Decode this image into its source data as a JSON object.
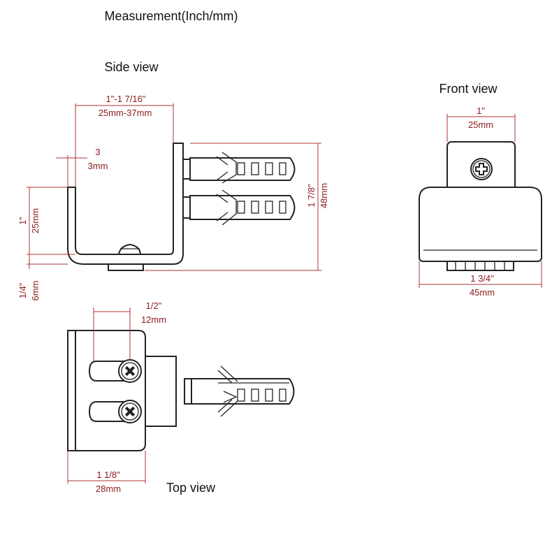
{
  "title": "Measurement(Inch/mm)",
  "views": {
    "side": "Side view",
    "front": "Front view",
    "top": "Top view"
  },
  "side_dims": {
    "width_in": "1\"-1 7/16\"",
    "width_mm": "25mm-37mm",
    "thick_in": "3",
    "thick_mm": "3mm",
    "height_in": "1\"",
    "height_mm": "25mm",
    "base_in": "1/4\"",
    "base_mm": "6mm",
    "total_in": "1 7/8\"",
    "total_mm": "48mm"
  },
  "front_dims": {
    "top_in": "1\"",
    "top_mm": "25mm",
    "bottom_in": "1 3/4\"",
    "bottom_mm": "45mm"
  },
  "top_dims": {
    "slot_in": "1/2\"",
    "slot_mm": "12mm",
    "width_in": "1 1/8\"",
    "width_mm": "28mm"
  },
  "colors": {
    "dimension": "#8b1a1a",
    "line": "#222222"
  }
}
